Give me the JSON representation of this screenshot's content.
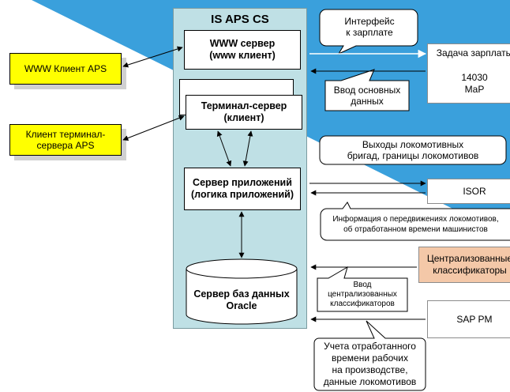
{
  "system_title": "IS APS CS",
  "www_server": {
    "line1": "WWW сервер",
    "line2": "(www клиент)"
  },
  "terminal_server": {
    "line1": "Терминал-сервер",
    "line2": "(клиент)"
  },
  "app_server": {
    "line1": "Сервер приложений",
    "line2": "(логика приложений)"
  },
  "db_server": {
    "line1": "Сервер баз данных",
    "line2": "Oracle"
  },
  "www_client": "WWW Клиент APS",
  "terminal_client": {
    "line1": "Клиент терминал-",
    "line2": "сервера APS"
  },
  "payroll_interface": {
    "line1": "Интерфейс",
    "line2": "к зарплате"
  },
  "payroll_task": {
    "title": "Задача зарплаты",
    "code": "14030",
    "name": "MaP"
  },
  "basic_data_input": {
    "line1": "Ввод основных",
    "line2": "данных"
  },
  "loco_crews": {
    "line1": "Выходы локомотивных",
    "line2": "бригад, границы локомотивов"
  },
  "isor": "ISOR",
  "movement_info": {
    "line1": "Информация о передвижениях локомотивов,",
    "line2": "об отработанном времени машинистов"
  },
  "classifiers": {
    "line1": "Централизованные",
    "line2": "классификаторы"
  },
  "classifiers_input": {
    "line1": "Ввод",
    "line2": "централизованных",
    "line3": "классификаторов"
  },
  "sap_pm": "SAP PM",
  "work_time": {
    "line1": "Учета отработанного",
    "line2": "времени рабочих",
    "line3": "на производстве,",
    "line4": "данные локомотивов"
  },
  "colors": {
    "banner": "#3aa0dc",
    "system": "#bfe0e5",
    "client": "#ffff00",
    "classifier": "#f4c8a8"
  }
}
